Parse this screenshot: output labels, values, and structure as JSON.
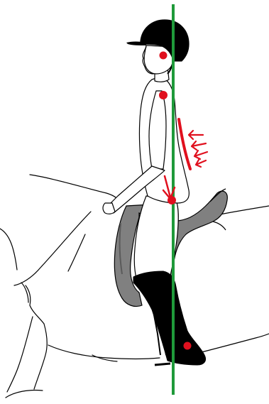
{
  "diagram": {
    "subject": "rider-seated-on-horse",
    "colors": {
      "background": "#ffffff",
      "outline": "#000000",
      "saddle": "#808080",
      "boot": "#000000",
      "skin": "#ffffff",
      "alignment_line": "#1f9a3a",
      "marker": "#e0101e",
      "arrows": "#e0101e"
    },
    "markers": [
      "ear-point",
      "shoulder-point",
      "hip-point",
      "ankle-point"
    ],
    "annotations": [
      "vertical-alignment-line",
      "lower-back-curve",
      "lower-back-push-arrows",
      "seat-down-arrow"
    ]
  }
}
